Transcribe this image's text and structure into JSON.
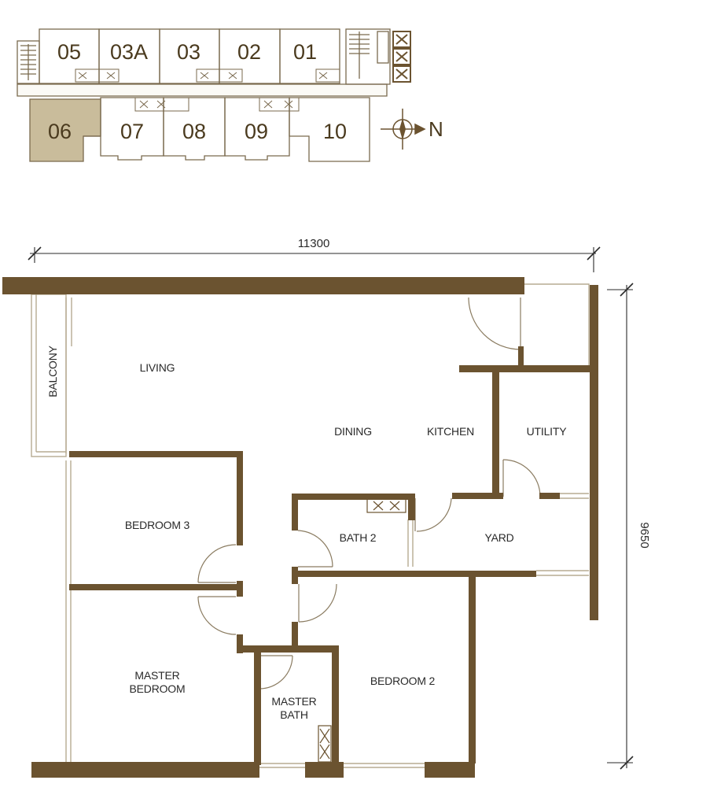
{
  "colors": {
    "wall": "#6b5330",
    "key_outline": "#7a6a4e",
    "selected_unit_fill": "#c9bc9b",
    "thin_line": "#b7ab92",
    "text": "#2a2a2a"
  },
  "key_plan": {
    "units_top": [
      "05",
      "03A",
      "03",
      "02",
      "01"
    ],
    "units_bottom": [
      "06",
      "07",
      "08",
      "09",
      "10"
    ],
    "selected_unit": "06",
    "compass_label": "N"
  },
  "floor_plan": {
    "rooms": {
      "living": "LIVING",
      "balcony": "BALCONY",
      "dining": "DINING",
      "kitchen": "KITCHEN",
      "utility": "UTILITY",
      "bedroom3": "BEDROOM 3",
      "bath2": "BATH 2",
      "yard": "YARD",
      "master_bedroom_line1": "MASTER",
      "master_bedroom_line2": "BEDROOM",
      "master_bath_line1": "MASTER",
      "master_bath_line2": "BATH",
      "bedroom2": "BEDROOM 2"
    },
    "dimensions": {
      "width": "11300",
      "depth": "9650"
    }
  }
}
